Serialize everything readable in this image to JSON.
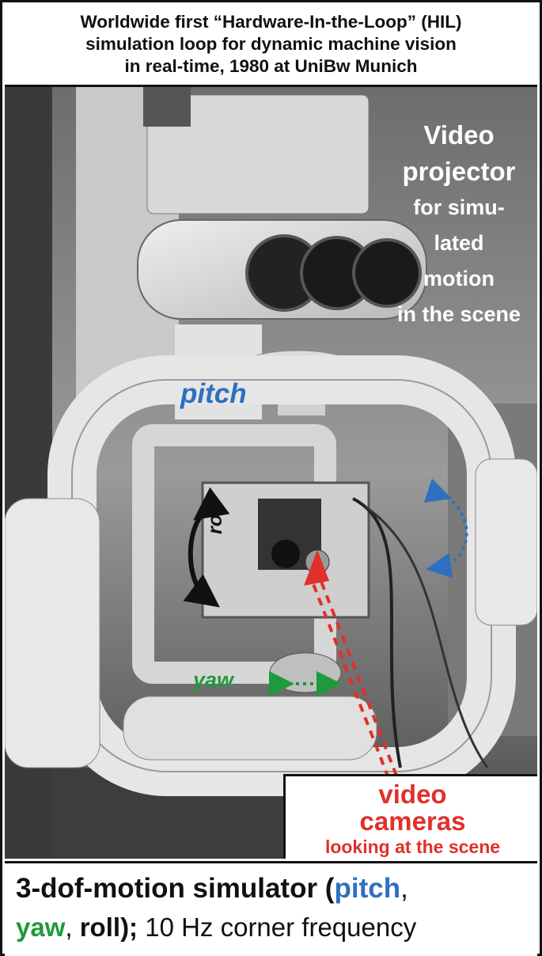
{
  "title": {
    "lines": [
      "Worldwide first “Hardware-In-the-Loop” (HIL)",
      "simulation loop for dynamic machine vision",
      "in real-time, 1980 at UniBw Munich"
    ]
  },
  "photo": {
    "projector_label": [
      "Video",
      "projector",
      "for simu-",
      "lated",
      "motion",
      "in the scene"
    ],
    "pitch_label": "pitch",
    "roll_label": "roll",
    "yaw_label": "yaw",
    "cameras_label": [
      "video",
      "cameras",
      "looking at the scene"
    ],
    "colors": {
      "pitch": "#2e6fc0",
      "yaw": "#1f9a3a",
      "roll": "#111111",
      "cameras": "#e0302a"
    }
  },
  "caption": {
    "line1_main": "3-dof-motion simulator (",
    "line1_pitch": "pitch",
    "line1_comma": ",",
    "line2_yaw": "yaw",
    "line2_sep": ", ",
    "line2_roll": "roll",
    "line2_rest_a": ");",
    "line2_rest_b": " 10 Hz corner frequency"
  }
}
